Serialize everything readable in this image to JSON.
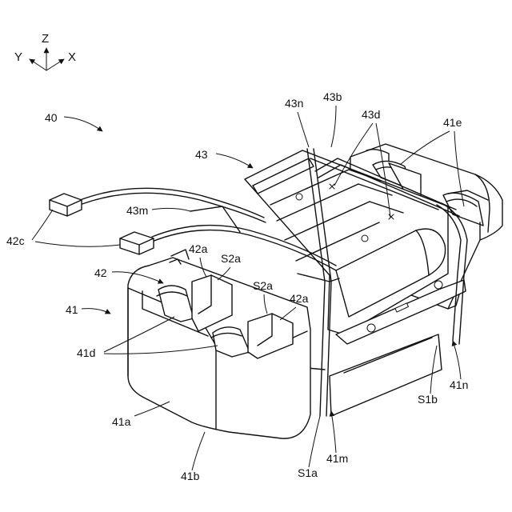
{
  "axes": {
    "z": "Z",
    "y": "Y",
    "x": "X"
  },
  "labels": {
    "l40": "40",
    "l41": "41",
    "l41a": "41a",
    "l41b": "41b",
    "l41d": "41d",
    "l41e": "41e",
    "l41m": "41m",
    "l41n": "41n",
    "l42": "42",
    "l42a_1": "42a",
    "l42a_2": "42a",
    "l42c": "42c",
    "l43": "43",
    "l43b": "43b",
    "l43d": "43d",
    "l43m": "43m",
    "l43n": "43n",
    "lS1a": "S1a",
    "lS1b": "S1b",
    "lS2a_1": "S2a",
    "lS2a_2": "S2a"
  }
}
